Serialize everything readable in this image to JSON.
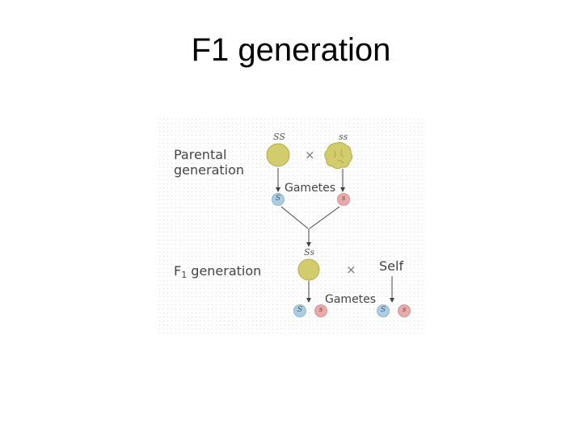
{
  "slide": {
    "title": "F1 generation"
  },
  "diagram": {
    "parental_label_line1": "Parental",
    "parental_label_line2": "generation",
    "f1_label_prefix": "F",
    "f1_label_subscript": "1",
    "f1_label_suffix": " generation",
    "self_label": "Self",
    "gametes_label_top": "Gametes",
    "gametes_label_bottom": "Gametes",
    "cross_symbol": "×",
    "parent_left_genotype": "SS",
    "parent_right_genotype": "ss",
    "f1_genotype": "Ss",
    "gamete_top_left": "S",
    "gamete_top_right": "s",
    "gamete_bottom_1": "S",
    "gamete_bottom_2": "s",
    "gamete_bottom_3": "S",
    "gamete_bottom_4": "s",
    "colors": {
      "seed": "#d2cc6c",
      "seed_edge": "#b3ad4d",
      "gamete_blue": "#a9cde4",
      "gamete_red": "#eaaaaa",
      "arrow": "#444444"
    }
  }
}
